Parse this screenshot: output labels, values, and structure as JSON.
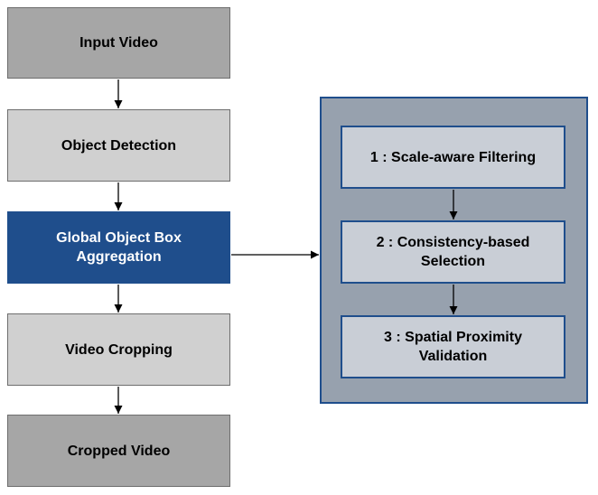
{
  "pipeline": {
    "input_video": "Input Video",
    "object_detection": "Object Detection",
    "aggregation_line1": "Global Object Box",
    "aggregation_line2": "Aggregation",
    "video_cropping": "Video Cropping",
    "cropped_video": "Cropped Video"
  },
  "aggregation_steps": {
    "step1": "1 : Scale-aware Filtering",
    "step2_line1": "2 : Consistency-based",
    "step2_line2": "Selection",
    "step3_line1": "3 : Spatial Proximity",
    "step3_line2": "Validation"
  },
  "colors": {
    "dark_box": "#a6a6a6",
    "light_box": "#d0d0d0",
    "accent_blue": "#1f4e8c",
    "panel_bg": "#97a1ae",
    "step_bg": "#c9ced6"
  }
}
